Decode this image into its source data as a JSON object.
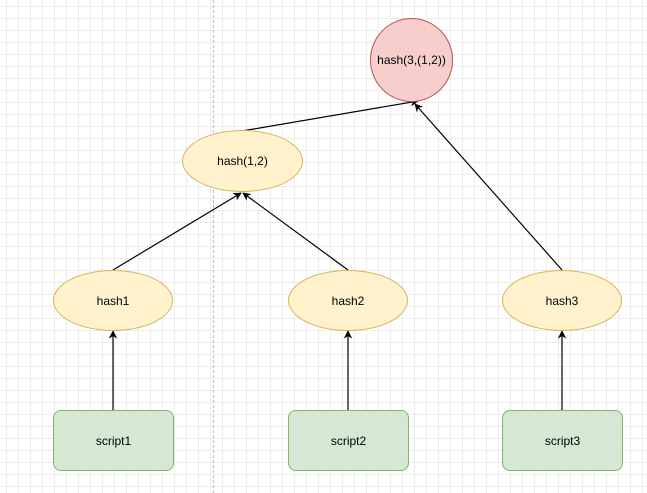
{
  "diagram": {
    "nodes": {
      "root": "hash(3,(1,2))",
      "hash12": "hash(1,2)",
      "hash1": "hash1",
      "hash2": "hash2",
      "hash3": "hash3",
      "script1": "script1",
      "script2": "script2",
      "script3": "script3"
    },
    "edges": [
      [
        "script1",
        "hash1"
      ],
      [
        "script2",
        "hash2"
      ],
      [
        "script3",
        "hash3"
      ],
      [
        "hash1",
        "hash12"
      ],
      [
        "hash2",
        "hash12"
      ],
      [
        "hash12",
        "root"
      ],
      [
        "hash3",
        "root"
      ]
    ],
    "colors": {
      "leaf_fill": "#d5e8d4",
      "leaf_stroke": "#82b366",
      "hash_fill": "#fff2cc",
      "hash_stroke": "#d6b656",
      "root_fill": "#f8cecc",
      "root_stroke": "#b85450",
      "edge": "#000000"
    }
  }
}
